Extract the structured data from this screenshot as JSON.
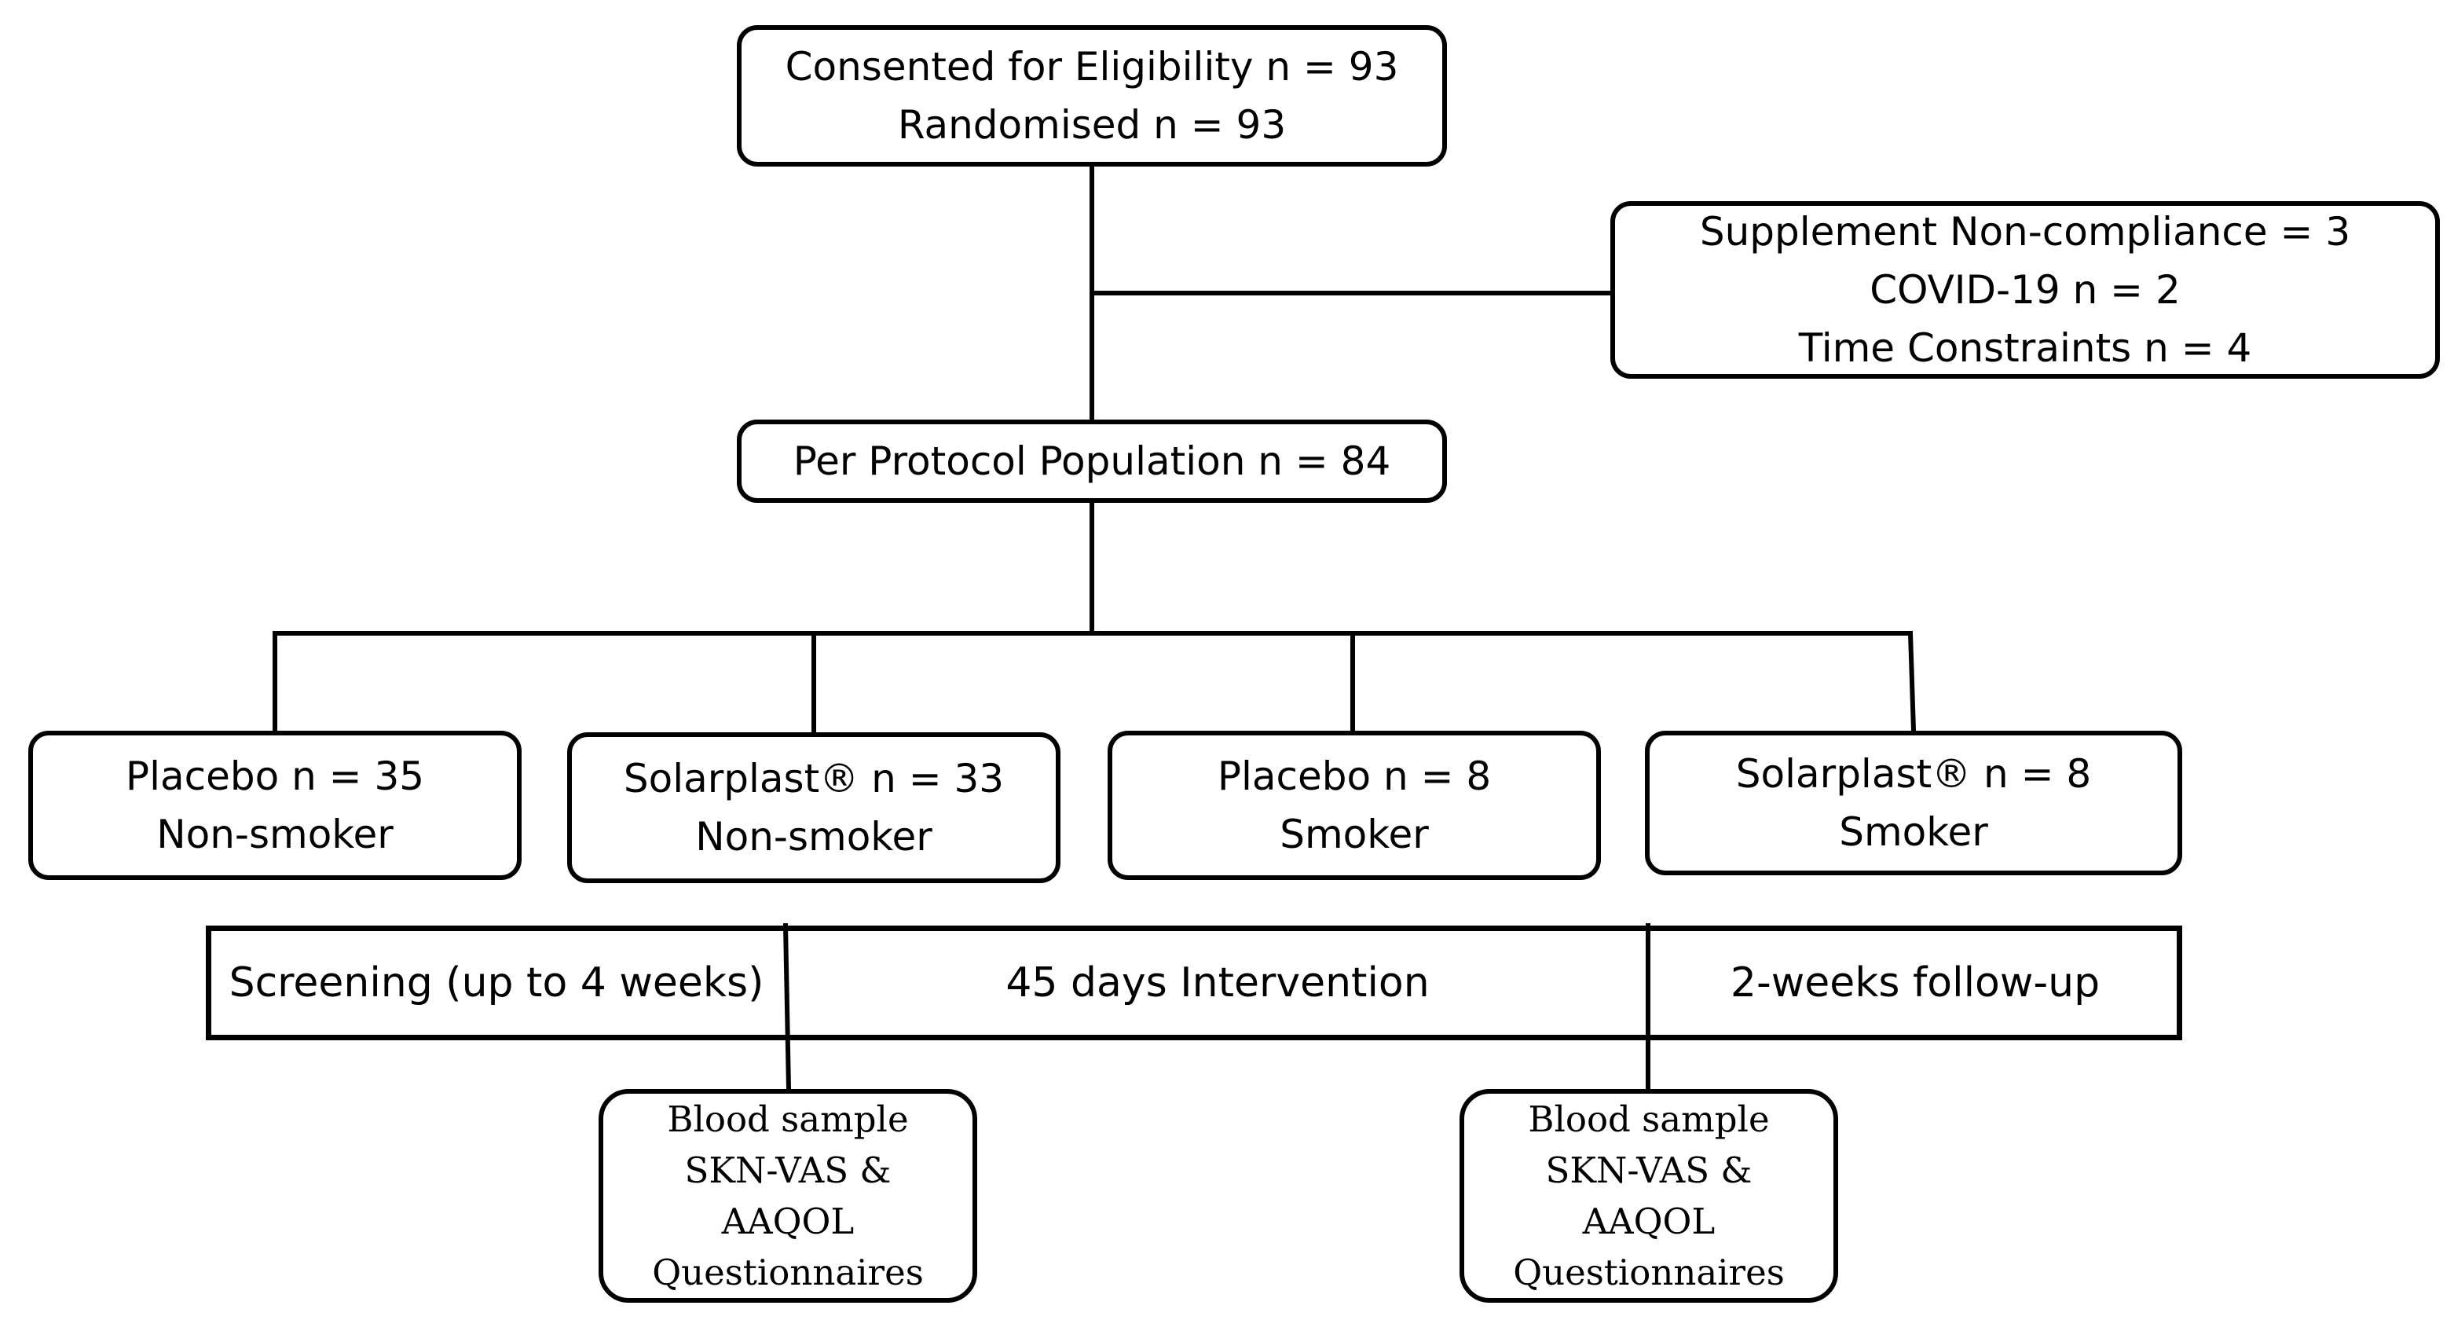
{
  "enrollment": {
    "consented": "Consented for Eligibility n = 93",
    "randomised": "Randomised n = 93"
  },
  "withdrawals": {
    "non_compliance": "Supplement Non-compliance = 3",
    "covid": "COVID-19 n = 2",
    "time_constraints": "Time Constraints n = 4"
  },
  "per_protocol": {
    "label": "Per Protocol Population n = 84"
  },
  "arms": [
    {
      "group": "Placebo n = 35",
      "status": "Non-smoker"
    },
    {
      "group": "Solarplast® n = 33",
      "status": "Non-smoker"
    },
    {
      "group": "Placebo n = 8",
      "status": "Smoker"
    },
    {
      "group": "Solarplast® n = 8",
      "status": "Smoker"
    }
  ],
  "timeline": {
    "screening": "Screening (up to 4 weeks)",
    "intervention": "45 days Intervention",
    "followup": "2-weeks follow-up"
  },
  "assessments": [
    {
      "line1": "Blood sample",
      "line2": "SKN-VAS &",
      "line3": "AAQOL",
      "line4": "Questionnaires"
    },
    {
      "line1": "Blood sample",
      "line2": "SKN-VAS &",
      "line3": "AAQOL",
      "line4": "Questionnaires"
    }
  ],
  "colors": {
    "stroke": "#000000",
    "background": "#ffffff"
  }
}
